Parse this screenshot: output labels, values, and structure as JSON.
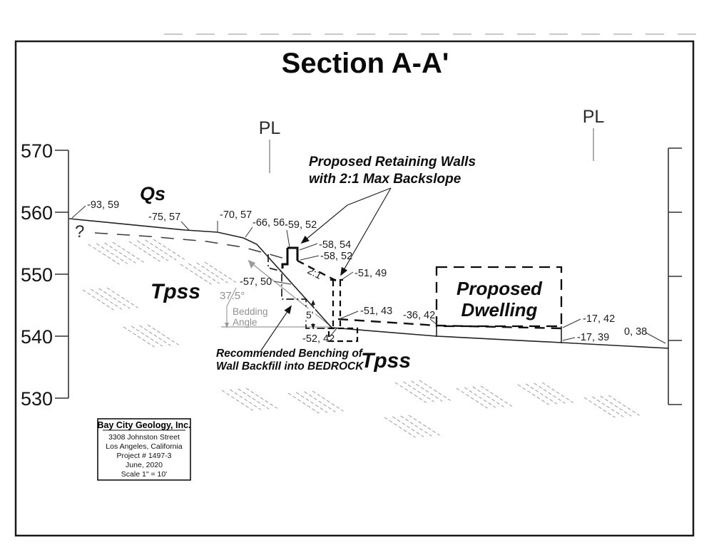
{
  "title": "Section A-A'",
  "elevation_axis": {
    "labels": [
      "570",
      "560",
      "550",
      "540",
      "530"
    ]
  },
  "property_line_label": "PL",
  "geology_labels": {
    "qs": "Qs",
    "tpss_upper": "Tpss",
    "tpss_lower": "Tpss",
    "uncertain_contact": "?"
  },
  "retaining_wall_note": {
    "line1": "Proposed Retaining Walls",
    "line2": "with 2:1 Max Backslope"
  },
  "benching_note": {
    "line1": "Recommended Benching of",
    "line2": "Wall Backfill into BEDROCK"
  },
  "dwelling": {
    "line1": "Proposed",
    "line2": "Dwelling"
  },
  "bedding": {
    "angle": "37.5°",
    "label_line1": "Bedding",
    "label_line2": "Angle"
  },
  "slope_ratio": "2:1",
  "wall_height": "5'",
  "point_labels": [
    "-93, 59",
    "-75, 57",
    "-70, 57",
    "-66, 56",
    "-59, 52",
    "-58, 54",
    "-58, 52",
    "-51, 49",
    "-57, 50",
    "-51, 43",
    "-36, 42",
    "-52, 42",
    "-17, 42",
    "-17, 39",
    "0, 38"
  ],
  "title_block": {
    "company": "Bay City Geology, Inc.",
    "address1": "3308 Johnston Street",
    "address2": "Los Angeles, California",
    "project": "Project # 1497-3",
    "date": "June, 2020",
    "scale": "Scale 1\" = 10'"
  },
  "colors": {
    "ink": "#1c1c1c",
    "gray": "#919191"
  }
}
